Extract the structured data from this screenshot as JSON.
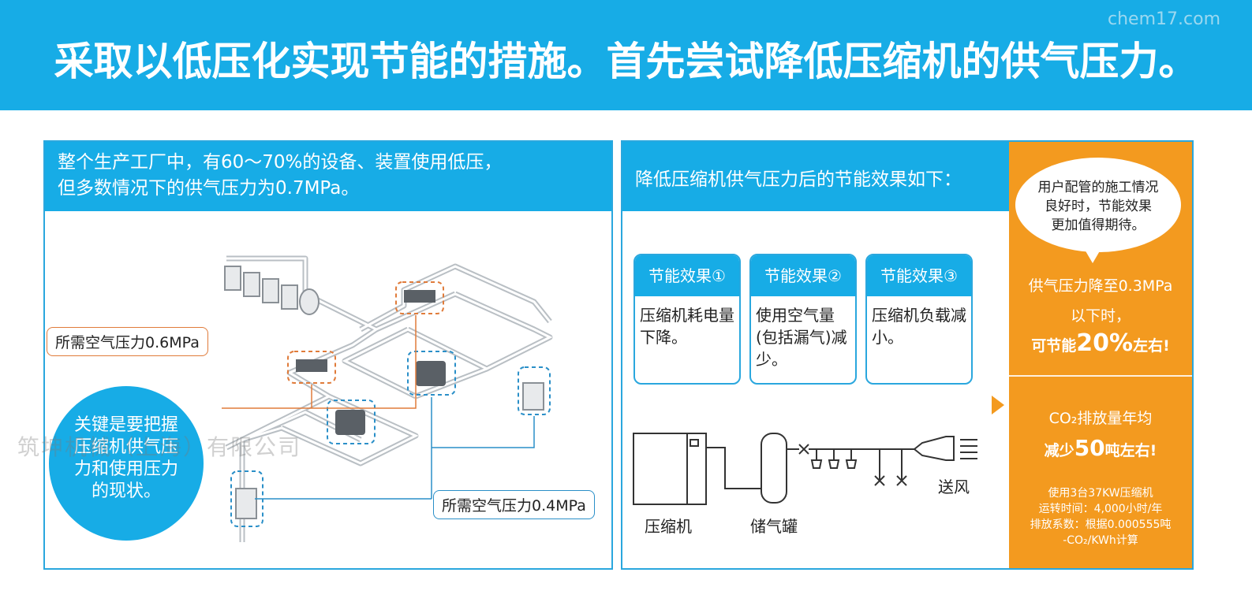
{
  "header": {
    "title": "采取以低压化实现节能的措施。首先尝试降低压缩机的供气压力。",
    "watermark": "chem17.com"
  },
  "left": {
    "heading_line1": "整个生产工厂中，有60～70%的设备、装置使用低压，",
    "heading_line2": "但多数情况下的供气压力为0.7MPa。",
    "label_high": "所需空气压力0.6MPa",
    "label_low": "所需空气压力0.4MPa",
    "key_lines": [
      "关键是要把握",
      "压缩机供气压",
      "力和使用压力",
      "的现状。"
    ]
  },
  "right": {
    "heading": "降低压缩机供气压力后的节能效果如下：",
    "cards": [
      {
        "title": "节能效果①",
        "body": "压缩机耗电量下降。"
      },
      {
        "title": "节能效果②",
        "body": "使用空气量(包括漏气)减少。"
      },
      {
        "title": "节能效果③",
        "body": "压缩机负载减小。"
      }
    ],
    "flow_labels": {
      "compressor": "压缩机",
      "tank": "储气罐",
      "air": "送风"
    }
  },
  "orange": {
    "bubble_lines": [
      "用户配管的施工情况",
      "良好时，节能效果",
      "更加值得期待。"
    ],
    "line1": "供气压力降至0.3MPa",
    "line2": "以下时，",
    "line3_pre": "可节能",
    "line3_num": "20%",
    "line3_post": "左右!",
    "co2_line": "CO₂排放量年均",
    "co2_pre": "减少",
    "co2_num": "50",
    "co2_post": "吨左右!",
    "note1": "使用3台37KW压缩机",
    "note2": "运转时间：4,000小时/年",
    "note3": "排放系数：根据0.000555吨",
    "note4": "-CO₂/KWh计算"
  },
  "watermark_bottom": "筑坤机械（上海）有限公司",
  "colors": {
    "blue": "#17ace6",
    "orange": "#f39a1f",
    "label_orange": "#e07b3a"
  }
}
